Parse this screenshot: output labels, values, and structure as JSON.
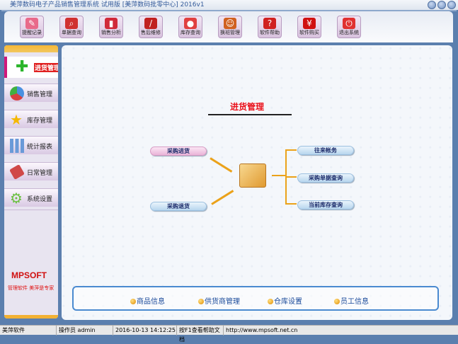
{
  "window": {
    "title": "美萍数码电子产品销售管理系统 试用版 [美萍数码批零中心] 2016v1"
  },
  "toolbar": [
    {
      "label": "提醒记录",
      "icon": "note-icon",
      "color": "#e86a8a"
    },
    {
      "label": "单据查询",
      "icon": "search-icon",
      "color": "#d03030"
    },
    {
      "label": "销售分析",
      "icon": "bar-chart-icon",
      "color": "#d02a3a"
    },
    {
      "label": "售后维修",
      "icon": "screwdriver-icon",
      "color": "#c02020"
    },
    {
      "label": "库存查询",
      "icon": "stock-icon",
      "color": "#e04040"
    },
    {
      "label": "换班管理",
      "icon": "users-icon",
      "color": "#d06020"
    },
    {
      "label": "软件帮助",
      "icon": "help-icon",
      "color": "#d02020"
    },
    {
      "label": "软件购买",
      "icon": "yen-icon",
      "color": "#d01010"
    },
    {
      "label": "退出系统",
      "icon": "power-icon",
      "color": "#e03030"
    }
  ],
  "sidebar": {
    "active": "进货管理",
    "items": [
      {
        "label": "销售管理",
        "icon": "pie-chart-icon"
      },
      {
        "label": "库存管理",
        "icon": "star-icon"
      },
      {
        "label": "统计报表",
        "icon": "bar-chart-icon"
      },
      {
        "label": "日常管理",
        "icon": "brush-icon"
      },
      {
        "label": "系统设置",
        "icon": "gear-icon"
      }
    ],
    "logo": "MPSOFT",
    "slogan": "管理软件 美萍是专家"
  },
  "main": {
    "title": "进货管理",
    "left": [
      "采购进货",
      "采购退货"
    ],
    "right": [
      "往来帐务",
      "采购单据查询",
      "当前库存查询"
    ],
    "quick": [
      "商品信息",
      "供货商管理",
      "仓库设置",
      "员工信息"
    ]
  },
  "status": {
    "company": "美萍软件",
    "operator": "操作员 admin",
    "datetime": "2016-10-13 14:12:25",
    "help": "按F1查看帮助文档",
    "url": "http://www.mpsoft.net.cn"
  }
}
